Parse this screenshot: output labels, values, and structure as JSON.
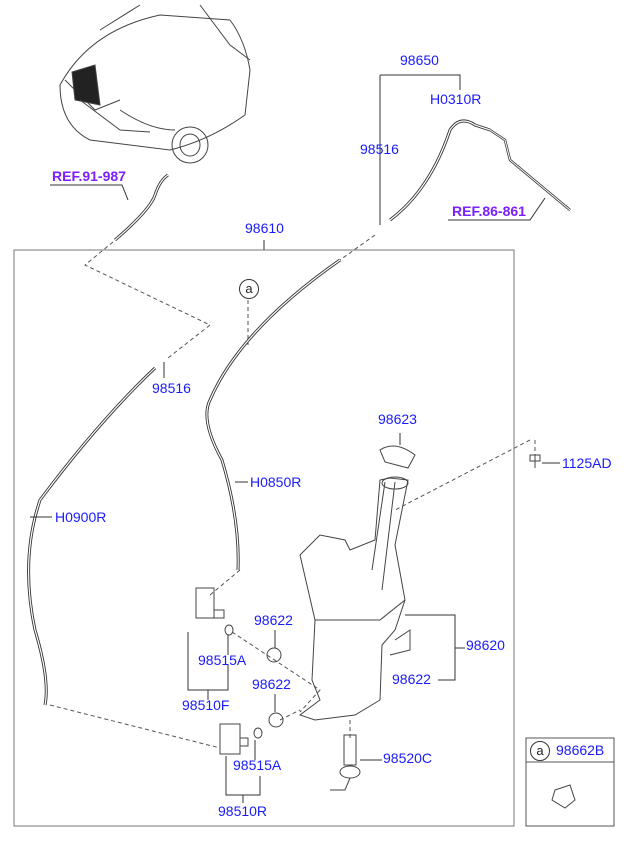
{
  "diagram": {
    "refs": [
      "REF.91-987",
      "REF.86-861"
    ],
    "assembly_label": "98610",
    "callout_letter": "a",
    "parts": {
      "p98650": "98650",
      "h0310r": "H0310R",
      "p98516_top": "98516",
      "p98516_left": "98516",
      "p98623": "98623",
      "p1125ad": "1125AD",
      "h0850r": "H0850R",
      "h0900r": "H0900R",
      "p98622_a": "98622",
      "p98620": "98620",
      "p98515a_a": "98515A",
      "p98622_b": "98622",
      "p98622_c": "98622",
      "p98510f": "98510F",
      "p98520c": "98520C",
      "p98515a_b": "98515A",
      "p98510r": "98510R"
    },
    "inset": {
      "letter": "a",
      "part": "98662B"
    },
    "colors": {
      "label": "#1a1aff",
      "ref": "#7a1fff",
      "line": "#333333"
    }
  }
}
